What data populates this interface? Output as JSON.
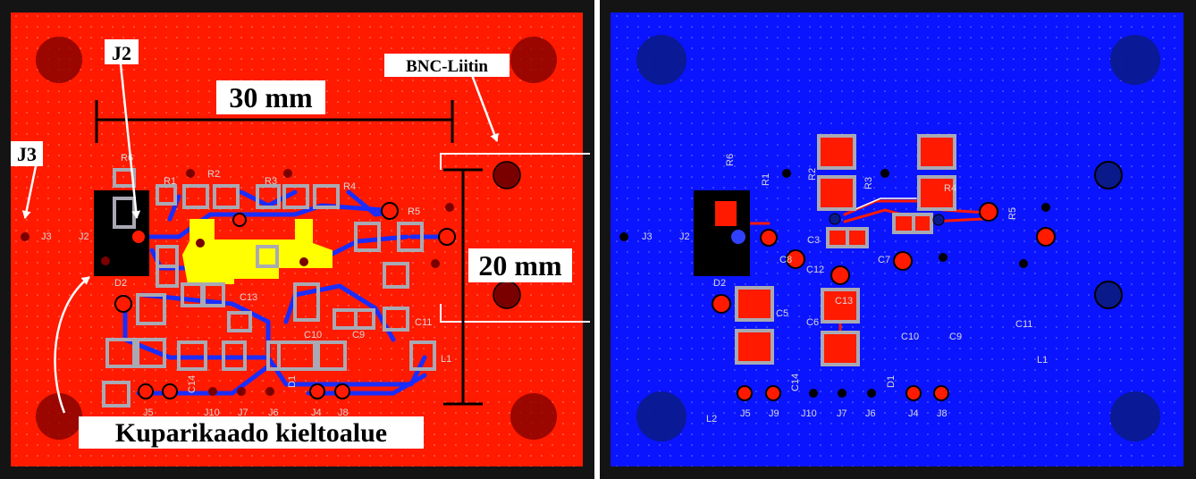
{
  "colors": {
    "frame": "#141414",
    "top_copper": "#ff1a00",
    "bottom_copper": "#0a14ff",
    "trace_blue": "#1a2dff",
    "trace_red": "#ff1a00",
    "pad_gray": "#a9a9b4",
    "hole_dark_red": "#7a0000",
    "hole_dark_blue": "#0a1a8a",
    "keepout_black": "#000000",
    "keepout_yellow": "#ffff00",
    "label_bg": "#ffffff",
    "silk_text": "#d8d8d8"
  },
  "callouts": {
    "j2": "J2",
    "j3": "J3",
    "bnc": "BNC-Liitin",
    "width_dim": "30 mm",
    "height_dim": "20 mm",
    "keepout": "Kuparikaado kieltoalue"
  },
  "left_refs": {
    "R6": "R6",
    "R1": "R1",
    "R2": "R2",
    "R3": "R3",
    "R4": "R4",
    "R5": "R5",
    "J3": "J3",
    "J2": "J2",
    "D2": "D2",
    "C13": "C13",
    "C10": "C10",
    "C9": "C9",
    "C11": "C11",
    "C14": "C14",
    "D1": "D1",
    "L1": "L1",
    "J5": "J5",
    "J10": "J10",
    "J7": "J7",
    "J6": "J6",
    "J4": "J4",
    "J8": "J8"
  },
  "right_refs": {
    "R6": "R6",
    "R1": "R1",
    "R2": "R2",
    "R3": "R3",
    "R4": "R4",
    "R5": "R5",
    "J3": "J3",
    "J2": "J2",
    "D2": "D2",
    "C3": "C3",
    "C8": "C8",
    "C12": "C12",
    "C7": "C7",
    "C13": "C13",
    "C5": "C5",
    "C6": "C6",
    "C10": "C10",
    "C9": "C9",
    "C11": "C11",
    "L1": "L1",
    "C14": "C14",
    "D1": "D1",
    "L2": "L2",
    "J5": "J5",
    "J9": "J9",
    "J10": "J10",
    "J7": "J7",
    "J6": "J6",
    "J4": "J4",
    "J8": "J8"
  }
}
